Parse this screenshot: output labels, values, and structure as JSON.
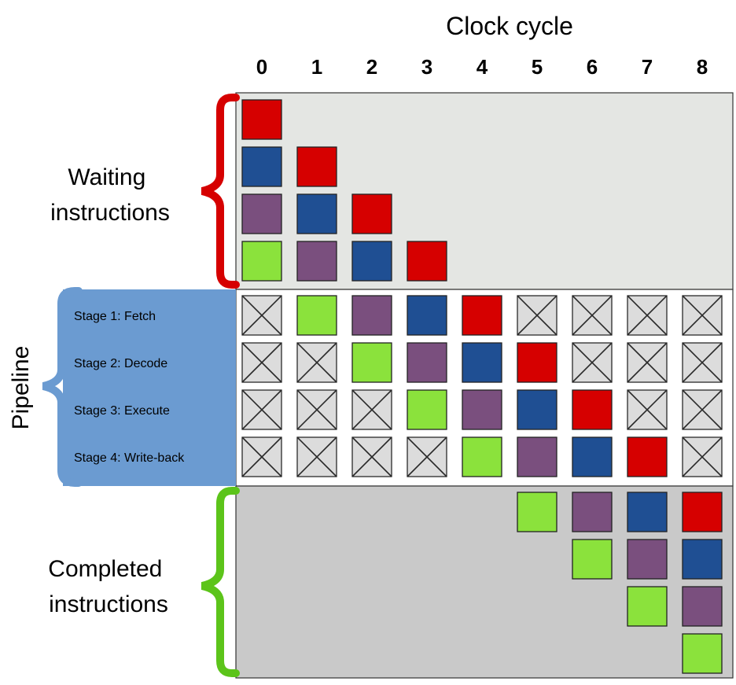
{
  "header": {
    "title": "Clock cycle"
  },
  "cycles": [
    "0",
    "1",
    "2",
    "3",
    "4",
    "5",
    "6",
    "7",
    "8"
  ],
  "regions": {
    "waiting": {
      "label_lines": [
        "Waiting",
        "instructions"
      ]
    },
    "pipeline": {
      "label": "Pipeline"
    },
    "completed": {
      "label_lines": [
        "Completed",
        "instructions"
      ]
    }
  },
  "stages": [
    "Stage 1: Fetch",
    "Stage 2: Decode",
    "Stage 3: Execute",
    "Stage 4: Write-back"
  ],
  "instructions": [
    "red",
    "blue",
    "purple",
    "green"
  ],
  "colors": {
    "red": "#d60000",
    "blue": "#1f4f93",
    "purple": "#7a4f7e",
    "green": "#8be23c",
    "empty": "#dcdcdc",
    "waiting_bg": "#e4e6e3",
    "pipeline_bg": "#ffffff",
    "completed_bg": "#c9c9c9",
    "stage_panel": "#6b9bd1",
    "waiting_brace": "#d60000",
    "pipeline_brace": "#6b9bd1",
    "completed_brace": "#5cc41a"
  },
  "grid": {
    "waiting": [
      [
        "red",
        "blue",
        "purple",
        "green"
      ],
      [
        "red",
        "blue",
        "purple"
      ],
      [
        "red",
        "blue"
      ],
      [
        "red"
      ],
      [],
      [],
      [],
      [],
      []
    ],
    "pipeline": [
      [
        null,
        null,
        null,
        null
      ],
      [
        "green",
        null,
        null,
        null
      ],
      [
        "purple",
        "green",
        null,
        null
      ],
      [
        "blue",
        "purple",
        "green",
        null
      ],
      [
        "red",
        "blue",
        "purple",
        "green"
      ],
      [
        null,
        "red",
        "blue",
        "purple"
      ],
      [
        null,
        null,
        "red",
        "blue"
      ],
      [
        null,
        null,
        null,
        "red"
      ],
      [
        null,
        null,
        null,
        null
      ]
    ],
    "completed": [
      [],
      [],
      [],
      [],
      [],
      [
        "green"
      ],
      [
        "purple",
        "green"
      ],
      [
        "blue",
        "purple",
        "green"
      ],
      [
        "red",
        "blue",
        "purple",
        "green"
      ]
    ]
  }
}
